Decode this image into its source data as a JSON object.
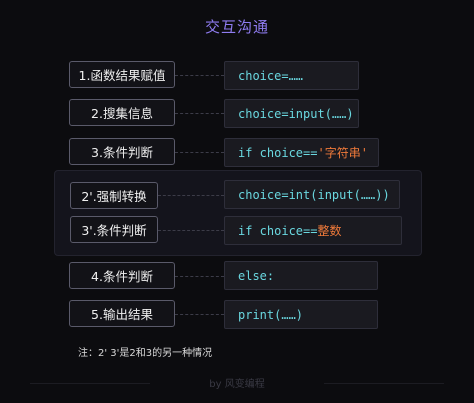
{
  "title": "交互沟通",
  "steps": {
    "s1": "1.函数结果赋值",
    "s2": "2.搜集信息",
    "s3": "3.条件判断",
    "s2alt": "2'.强制转换",
    "s3alt": "3'.条件判断",
    "s4": "4.条件判断",
    "s5": "5.输出结果"
  },
  "code": {
    "c1": "choice=……",
    "c2": "choice=input(……)",
    "c3_kw": "if choice==",
    "c3_str": "'字符串'",
    "c4": "choice=int(input(……))",
    "c5_kw": "if choice==",
    "c5_str": "整数",
    "c6": "else:",
    "c7": "print(……)"
  },
  "note": "注：2' 3'是2和3的另一种情况",
  "footer": "by 风变编程",
  "colors": {
    "title": "#8f7cf0",
    "keyword": "#6ad8e0",
    "string": "#f07a3a"
  }
}
